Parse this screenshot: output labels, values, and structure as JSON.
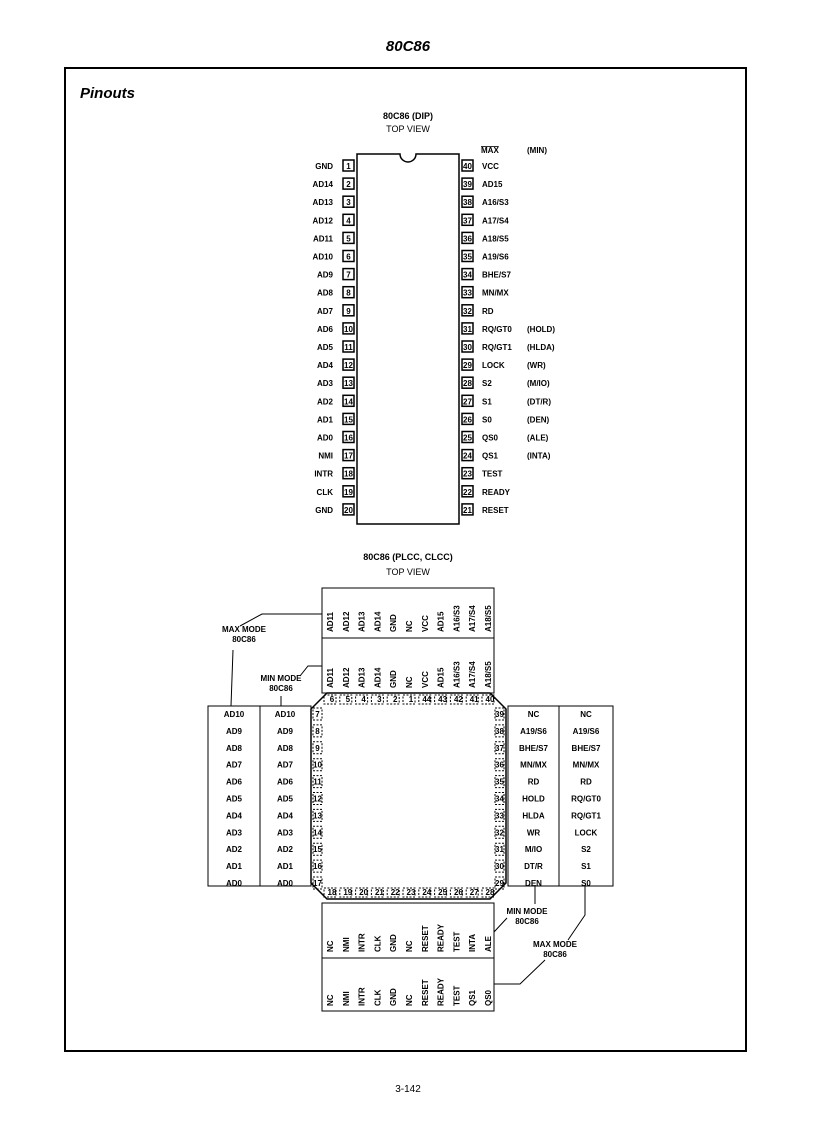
{
  "header": {
    "title": "80C86"
  },
  "section": {
    "title": "Pinouts"
  },
  "footer": {
    "page": "3-142"
  },
  "dip": {
    "title": "80C86 (DIP)",
    "subtitle": "TOP VIEW",
    "max_header": "MAX",
    "min_header": "(MIN)",
    "left": [
      {
        "n": "1",
        "l": "GND"
      },
      {
        "n": "2",
        "l": "AD14"
      },
      {
        "n": "3",
        "l": "AD13"
      },
      {
        "n": "4",
        "l": "AD12"
      },
      {
        "n": "5",
        "l": "AD11"
      },
      {
        "n": "6",
        "l": "AD10"
      },
      {
        "n": "7",
        "l": "AD9"
      },
      {
        "n": "8",
        "l": "AD8"
      },
      {
        "n": "9",
        "l": "AD7"
      },
      {
        "n": "10",
        "l": "AD6"
      },
      {
        "n": "11",
        "l": "AD5"
      },
      {
        "n": "12",
        "l": "AD4"
      },
      {
        "n": "13",
        "l": "AD3"
      },
      {
        "n": "14",
        "l": "AD2"
      },
      {
        "n": "15",
        "l": "AD1"
      },
      {
        "n": "16",
        "l": "AD0"
      },
      {
        "n": "17",
        "l": "NMI"
      },
      {
        "n": "18",
        "l": "INTR"
      },
      {
        "n": "19",
        "l": "CLK"
      },
      {
        "n": "20",
        "l": "GND"
      }
    ],
    "right": [
      {
        "n": "40",
        "l": "VCC",
        "m": ""
      },
      {
        "n": "39",
        "l": "AD15",
        "m": ""
      },
      {
        "n": "38",
        "l": "A16/S3",
        "m": ""
      },
      {
        "n": "37",
        "l": "A17/S4",
        "m": ""
      },
      {
        "n": "36",
        "l": "A18/S5",
        "m": ""
      },
      {
        "n": "35",
        "l": "A19/S6",
        "m": ""
      },
      {
        "n": "34",
        "l": "BHE/S7",
        "m": ""
      },
      {
        "n": "33",
        "l": "MN/MX",
        "m": ""
      },
      {
        "n": "32",
        "l": "RD",
        "m": ""
      },
      {
        "n": "31",
        "l": "RQ/GT0",
        "m": "(HOLD)"
      },
      {
        "n": "30",
        "l": "RQ/GT1",
        "m": "(HLDA)"
      },
      {
        "n": "29",
        "l": "LOCK",
        "m": "(WR)"
      },
      {
        "n": "28",
        "l": "S2",
        "m": "(M/IO)"
      },
      {
        "n": "27",
        "l": "S1",
        "m": "(DT/R)"
      },
      {
        "n": "26",
        "l": "S0",
        "m": "(DEN)"
      },
      {
        "n": "25",
        "l": "QS0",
        "m": "(ALE)"
      },
      {
        "n": "24",
        "l": "QS1",
        "m": "(INTA)"
      },
      {
        "n": "23",
        "l": "TEST",
        "m": ""
      },
      {
        "n": "22",
        "l": "READY",
        "m": ""
      },
      {
        "n": "21",
        "l": "RESET",
        "m": ""
      }
    ]
  },
  "plcc": {
    "title": "80C86 (PLCC, CLCC)",
    "subtitle": "TOP VIEW",
    "max_mode_label": "MAX MODE",
    "min_mode_label": "MIN MODE",
    "part_label": "80C86",
    "top_max": [
      "AD11",
      "AD12",
      "AD13",
      "AD14",
      "GND",
      "NC",
      "VCC",
      "AD15",
      "A16/S3",
      "A17/S4",
      "A18/S5"
    ],
    "top_min": [
      "AD11",
      "AD12",
      "AD13",
      "AD14",
      "GND",
      "NC",
      "VCC",
      "AD15",
      "A16/S3",
      "A17/S4",
      "A18/S5"
    ],
    "top_pins": [
      "6",
      "5",
      "4",
      "3",
      "2",
      "1",
      "44",
      "43",
      "42",
      "41",
      "40"
    ],
    "left_max": [
      "AD10",
      "AD9",
      "AD8",
      "AD7",
      "AD6",
      "AD5",
      "AD4",
      "AD3",
      "AD2",
      "AD1",
      "AD0"
    ],
    "left_min": [
      "AD10",
      "AD9",
      "AD8",
      "AD7",
      "AD6",
      "AD5",
      "AD4",
      "AD3",
      "AD2",
      "AD1",
      "AD0"
    ],
    "left_pins": [
      "7",
      "8",
      "9",
      "10",
      "11",
      "12",
      "13",
      "14",
      "15",
      "16",
      "17"
    ],
    "right_min": [
      "NC",
      "A19/S6",
      "BHE/S7",
      "MN/MX",
      "RD",
      "HOLD",
      "HLDA",
      "WR",
      "M/IO",
      "DT/R",
      "DEN"
    ],
    "right_max": [
      "NC",
      "A19/S6",
      "BHE/S7",
      "MN/MX",
      "RD",
      "RQ/GT0",
      "RQ/GT1",
      "LOCK",
      "S2",
      "S1",
      "S0"
    ],
    "right_pins": [
      "39",
      "38",
      "37",
      "36",
      "35",
      "34",
      "33",
      "32",
      "31",
      "30",
      "29"
    ],
    "bottom_pins": [
      "18",
      "19",
      "20",
      "21",
      "22",
      "23",
      "24",
      "25",
      "26",
      "27",
      "28"
    ],
    "bottom_min": [
      "NC",
      "NMI",
      "INTR",
      "CLK",
      "GND",
      "NC",
      "RESET",
      "READY",
      "TEST",
      "INTA",
      "ALE"
    ],
    "bottom_max": [
      "NC",
      "NMI",
      "INTR",
      "CLK",
      "GND",
      "NC",
      "RESET",
      "READY",
      "TEST",
      "QS1",
      "QS0"
    ]
  }
}
